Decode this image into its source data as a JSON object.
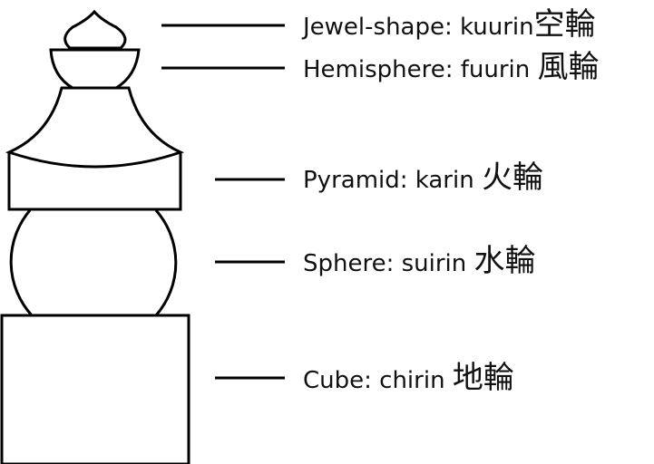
{
  "labels": [
    {
      "text": "Jewel-shape: kuurin",
      "kanji": "空輪"
    },
    {
      "text": "Hemisphere: fuurin",
      "kanji": "風輪"
    },
    {
      "text": "Pyramid: karin",
      "kanji": "火輪"
    },
    {
      "text": "Sphere: suirin",
      "kanji": "水輪"
    },
    {
      "text": "Cube: chirin",
      "kanji": "地輪"
    }
  ]
}
